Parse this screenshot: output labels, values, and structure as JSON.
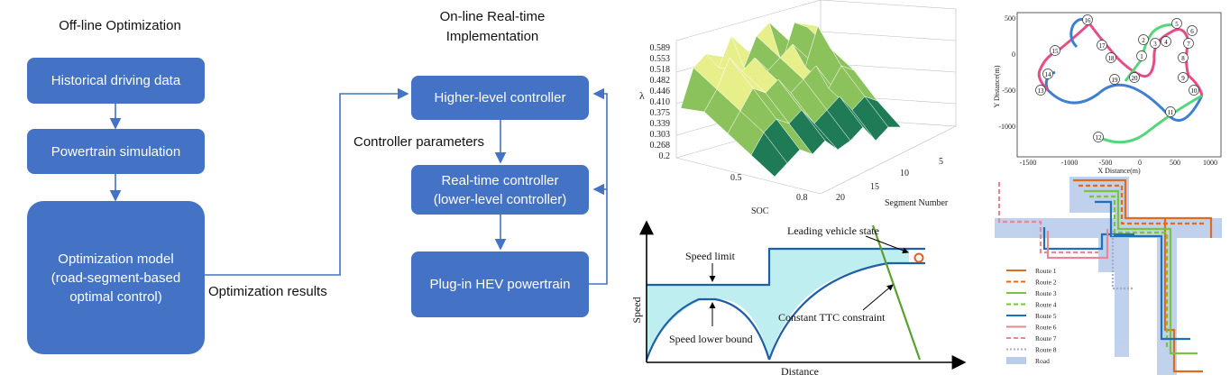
{
  "headers": {
    "offline": "Off-line Optimization",
    "online_1": "On-line Real-time",
    "online_2": "Implementation"
  },
  "offline_boxes": {
    "historical": "Historical driving data",
    "powertrain_sim": "Powertrain simulation",
    "opt_model_1": "Optimization model",
    "opt_model_2": "(road-segment-based",
    "opt_model_3": "optimal control)"
  },
  "online_boxes": {
    "higher": "Higher-level controller",
    "realtime_1": "Real-time controller",
    "realtime_2": "(lower-level controller)",
    "plugin": "Plug-in HEV powertrain"
  },
  "edge_labels": {
    "opt_results": "Optimization results",
    "ctrl_params": "Controller parameters"
  },
  "surface_plot": {
    "z_ticks": [
      "0.589",
      "0.553",
      "0.518",
      "0.482",
      "0.446",
      "0.410",
      "0.375",
      "0.339",
      "0.303",
      "0.268"
    ],
    "z_label": "λ",
    "soc_ticks": [
      "0.2",
      "0.5",
      "0.8"
    ],
    "soc_label": "SOC",
    "seg_ticks": [
      "5",
      "10",
      "15",
      "20"
    ],
    "seg_label": "Segment Number",
    "colors": {
      "high": "#e6ef8a",
      "mid": "#8cc25c",
      "low": "#1f7a56"
    }
  },
  "speed_diagram": {
    "y_label": "Speed",
    "x_label": "Distance",
    "speed_limit": "Speed limit",
    "lower_bound": "Speed lower bound",
    "ttc": "Constant TTC constraint",
    "leading": "Leading vehicle state",
    "colors": {
      "fill": "#bfeef0",
      "line": "#1f5fa6",
      "ttc": "#5aa02c",
      "point": "#e06020"
    }
  },
  "route_map": {
    "y_label": "Y Distance(m)",
    "x_label": "X Distance(m)",
    "x_ticks": [
      "-1500",
      "-1000",
      "-500",
      "0",
      "500",
      "1000"
    ],
    "y_ticks": [
      "500",
      "0",
      "-500",
      "-1000"
    ],
    "nodes": [
      "1",
      "2",
      "3",
      "4",
      "5",
      "6",
      "7",
      "8",
      "9",
      "10",
      "11",
      "12",
      "13",
      "14",
      "15",
      "16",
      "17",
      "18",
      "19",
      "20"
    ]
  },
  "routes_legend": {
    "items": [
      "Route 1",
      "Route 2",
      "Route 3",
      "Route 4",
      "Route 5",
      "Route 6",
      "Route 7",
      "Route 8",
      "Road"
    ],
    "colors": [
      "#e06b1c",
      "#e06b1c",
      "#7cc242",
      "#7cc242",
      "#1f6fb8",
      "#e38a95",
      "#e38a95",
      "#a9a9d1",
      "#b9cdea"
    ]
  }
}
